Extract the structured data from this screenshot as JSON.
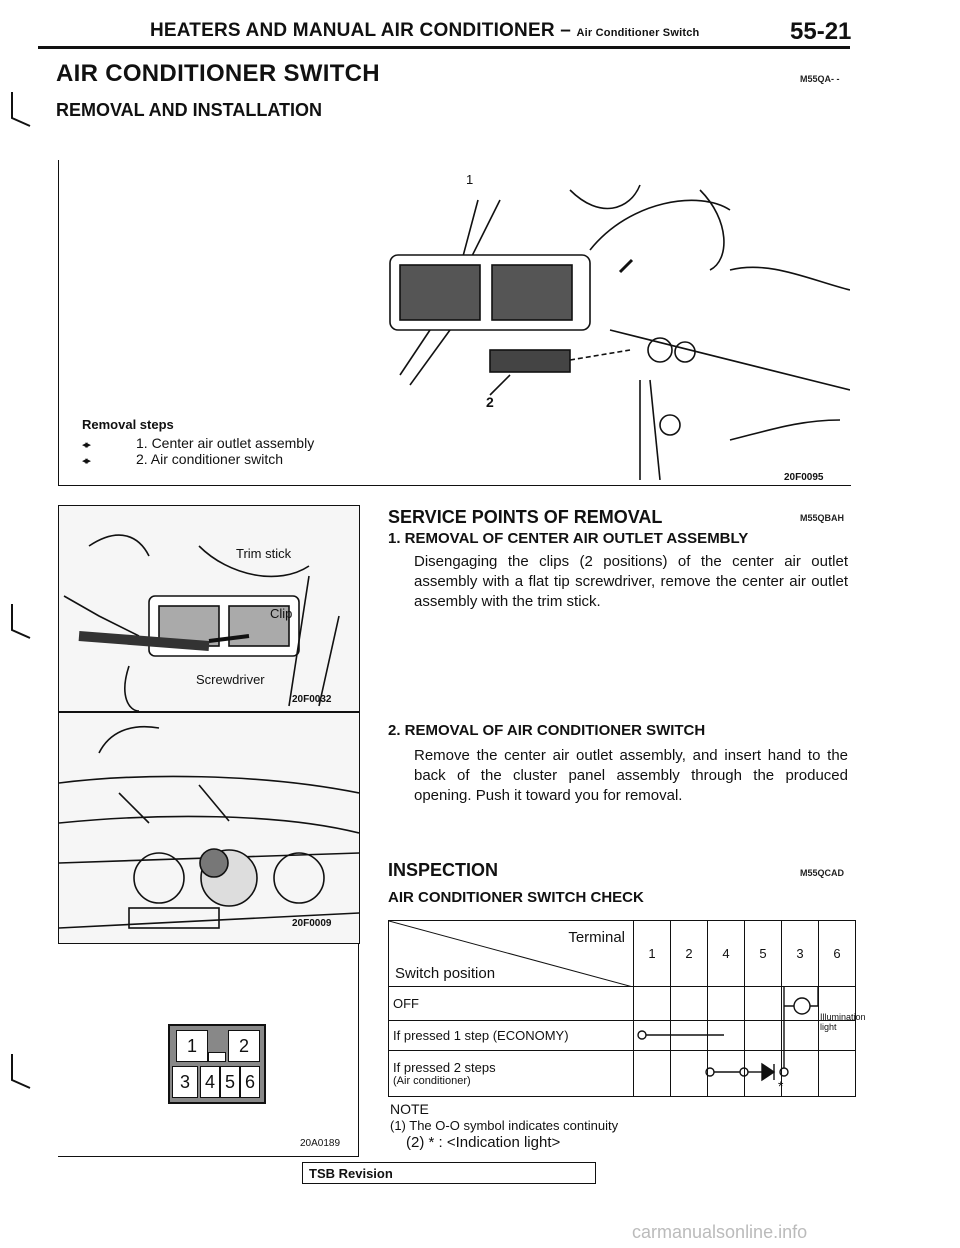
{
  "header": {
    "title": "HEATERS AND MANUAL AIR CONDITIONER",
    "dash": "–",
    "subtitle": "Air Conditioner Switch",
    "page": "55-21"
  },
  "section": {
    "title": "AIR CONDITIONER SWITCH",
    "code": "M55QA- -",
    "subtitle": "REMOVAL AND INSTALLATION"
  },
  "figure1": {
    "callout_1": "1",
    "callout_2": "2",
    "code": "20F0095"
  },
  "removal_steps": {
    "title": "Removal steps",
    "items": [
      {
        "marker": "◂▸",
        "text": "1. Center air outlet assembly"
      },
      {
        "marker": "◂▸",
        "text": "2. Air conditioner switch"
      }
    ]
  },
  "service_points": {
    "title": "SERVICE POINTS OF REMOVAL",
    "code": "M55QBAH",
    "step1_title": "1. REMOVAL OF CENTER AIR OUTLET ASSEMBLY",
    "step1_text": "Disengaging the clips (2 positions) of the center air outlet assembly with a flat tip screwdriver, remove the center air outlet assembly with the trim stick.",
    "step2_title": "2. REMOVAL OF AIR CONDITIONER SWITCH",
    "step2_text": "Remove the center air outlet assembly, and insert hand to the back of the cluster panel assembly through the produced opening. Push it toward you for removal."
  },
  "figure2": {
    "label_trim": "Trim stick",
    "label_clip": "Clip",
    "label_screwdriver": "Screwdriver",
    "code": "20F0032"
  },
  "figure3": {
    "code": "20F0009"
  },
  "figure4": {
    "pins": [
      "1",
      "2",
      "3",
      "4",
      "5",
      "6"
    ],
    "code": "20A0189"
  },
  "inspection": {
    "title": "INSPECTION",
    "code": "M55QCAD",
    "subtitle": "AIR CONDITIONER SWITCH CHECK",
    "table": {
      "terminal_label": "Terminal",
      "position_label": "Switch position",
      "terminals": [
        "1",
        "2",
        "4",
        "5",
        "3",
        "6"
      ],
      "rows": [
        {
          "label": "OFF",
          "sub": ""
        },
        {
          "label": "If pressed 1 step (ECONOMY)",
          "sub": ""
        },
        {
          "label": "If pressed 2 steps",
          "sub": "(Air   conditioner)"
        }
      ],
      "illumination_label": "Illumination light",
      "asterisk": "*"
    }
  },
  "note": {
    "title": "NOTE",
    "lines": [
      "(1) The O-O symbol indicates continuity",
      "(2) * : <Indication light>"
    ]
  },
  "tsb": "TSB Revision",
  "watermark": "carmanualsonline.info"
}
